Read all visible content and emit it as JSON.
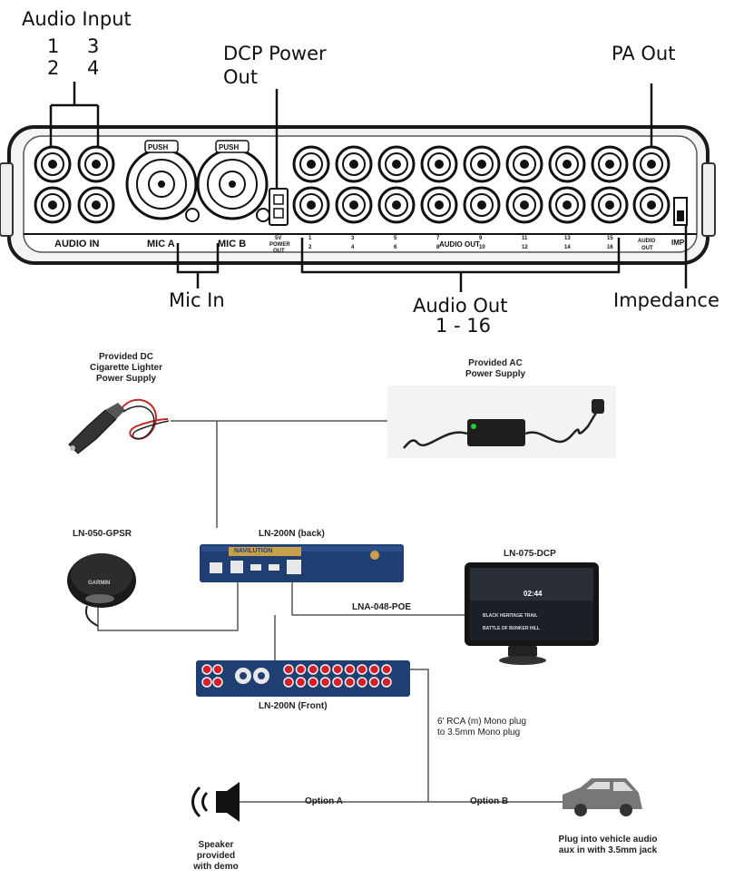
{
  "callouts": {
    "audio_input": "Audio Input",
    "audio_input_nums": [
      "1",
      "3",
      "2",
      "4"
    ],
    "dcp_power_out_1": "DCP Power",
    "dcp_power_out_2": "Out",
    "pa_out": "PA Out",
    "mic_in": "Mic In",
    "audio_out_1": "Audio Out",
    "audio_out_2": "1  - 16",
    "impedance": "Impedance"
  },
  "panel": {
    "audio_in": "AUDIO IN",
    "mic_a": "MIC A",
    "mic_b": "MIC B",
    "push": "PUSH",
    "power_out_1": "5V",
    "power_out_2": "POWER",
    "power_out_3": "OUT",
    "audio_out_center": "AUDIO OUT",
    "out_top_nums": [
      "1",
      "3",
      "5",
      "7",
      "9",
      "11",
      "13",
      "15"
    ],
    "out_bottom_nums": [
      "2",
      "4",
      "6",
      "8",
      "10",
      "12",
      "14",
      "16"
    ],
    "audio_out_right_1": "AUDIO",
    "audio_out_right_2": "OUT",
    "imp": "IMP"
  },
  "wiring": {
    "dc_supply": [
      "Provided DC",
      "Cigarette Lighter",
      "Power Supply"
    ],
    "ac_supply": [
      "Provided AC",
      "Power Supply"
    ],
    "gps": "LN-050-GPSR",
    "back_unit": "LN-200N (back)",
    "dcp": "LN-075-DCP",
    "poe_cable": "LNA-048-POE",
    "front_unit": "LN-200N (Front)",
    "rca_cable": [
      "6' RCA (m) Mono plug",
      "to 3.5mm Mono plug"
    ],
    "option_a": "Option A",
    "option_b": "Option B",
    "speaker": [
      "Speaker",
      "provided",
      "with demo"
    ],
    "vehicle": [
      "Plug into vehicle audio",
      "aux in with 3.5mm jack"
    ],
    "gps_brand": "GARMIN",
    "back_brand": "NAVILUTION",
    "dcp_time": "02:44",
    "dcp_track_1": "BLACK HERITAGE TRAIL",
    "dcp_track_2": "BATTLE OF BUNKER HILL"
  },
  "colors": {
    "line": "#555555",
    "unit_blue": "#1f3f73",
    "rca_red": "#d4202a",
    "power_led": "#22cc33"
  }
}
